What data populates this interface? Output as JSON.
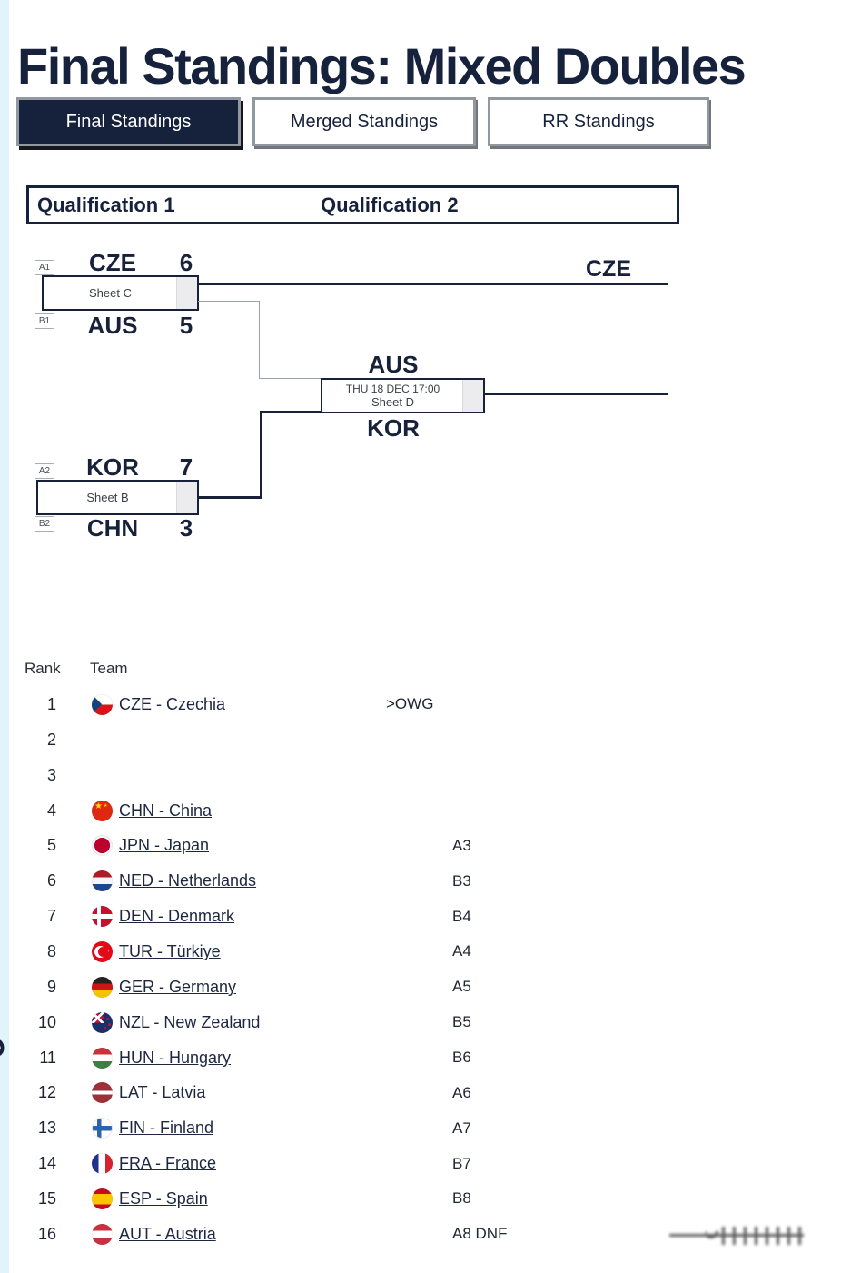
{
  "page": {
    "title": "Final Standings: Mixed Doubles",
    "side_letter": "e"
  },
  "tabs": [
    {
      "label": "Final Standings",
      "active": true
    },
    {
      "label": "Merged Standings",
      "active": false
    },
    {
      "label": "RR Standings",
      "active": false
    }
  ],
  "colors": {
    "navy": "#16213c",
    "left_strip": "#e0f4fb",
    "link": "#1d2742"
  },
  "bracket": {
    "headers": [
      "Qualification 1",
      "Qualification 2"
    ],
    "match_c": {
      "slot_top": "A1",
      "team_top": "CZE",
      "score_top": "6",
      "sheet": "Sheet C",
      "slot_bottom": "B1",
      "team_bottom": "AUS",
      "score_bottom": "5",
      "winner": "CZE"
    },
    "match_d": {
      "team_top": "AUS",
      "time": "THU 18 DEC 17:00",
      "sheet": "Sheet D",
      "team_bottom": "KOR"
    },
    "match_b": {
      "slot_top": "A2",
      "team_top": "KOR",
      "score_top": "7",
      "sheet": "Sheet B",
      "slot_bottom": "B2",
      "team_bottom": "CHN",
      "score_bottom": "3"
    }
  },
  "table": {
    "headers": {
      "rank": "Rank",
      "team": "Team"
    },
    "rows": [
      {
        "rank": "1",
        "code": "cze",
        "team": "CZE - Czechia",
        "owg": ">OWG",
        "qual": ""
      },
      {
        "rank": "2"
      },
      {
        "rank": "3"
      },
      {
        "rank": "4",
        "code": "chn",
        "team": "CHN - China",
        "qual": ""
      },
      {
        "rank": "5",
        "code": "jpn",
        "team": "JPN - Japan",
        "qual": "A3"
      },
      {
        "rank": "6",
        "code": "ned",
        "team": "NED - Netherlands",
        "qual": "B3"
      },
      {
        "rank": "7",
        "code": "den",
        "team": "DEN - Denmark",
        "qual": "B4"
      },
      {
        "rank": "8",
        "code": "tur",
        "team": "TUR - Türkiye",
        "qual": "A4"
      },
      {
        "rank": "9",
        "code": "ger",
        "team": "GER - Germany",
        "qual": "A5"
      },
      {
        "rank": "10",
        "code": "nzl",
        "team": "NZL - New Zealand",
        "qual": "B5"
      },
      {
        "rank": "11",
        "code": "hun",
        "team": "HUN - Hungary",
        "qual": "B6"
      },
      {
        "rank": "12",
        "code": "lat",
        "team": "LAT - Latvia",
        "qual": "A6"
      },
      {
        "rank": "13",
        "code": "fin",
        "team": "FIN - Finland",
        "qual": "A7"
      },
      {
        "rank": "14",
        "code": "fra",
        "team": "FRA - France",
        "qual": "B7"
      },
      {
        "rank": "15",
        "code": "esp",
        "team": "ESP - Spain",
        "qual": "B8"
      },
      {
        "rank": "16",
        "code": "aut",
        "team": "AUT - Austria",
        "qual": "A8 DNF"
      }
    ]
  }
}
